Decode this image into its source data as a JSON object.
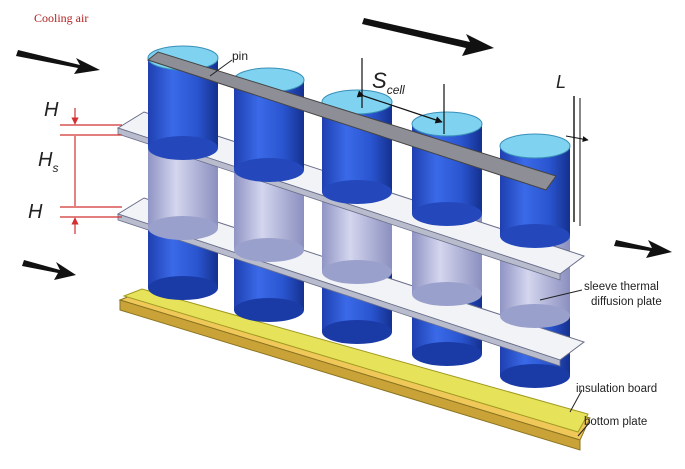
{
  "labels": {
    "cooling_air": "Cooling air",
    "pin": "pin",
    "s_cell_main": "S",
    "s_cell_sub": "cell",
    "L": "L",
    "H_top": "H",
    "Hs_main": "H",
    "Hs_sub": "s",
    "H_bottom": "H",
    "sleeve_line1": "sleeve thermal",
    "sleeve_line2": "diffusion plate",
    "insulation": "insulation board",
    "bottom_plate": "bottom plate"
  },
  "colors": {
    "cooling_air_text": "#b32020",
    "dimension_red": "#d23030",
    "cell_blue": "#2f5bd6",
    "cell_top_cyan": "#7fd3f0",
    "sleeve_lavender": "#b8bde0",
    "plate_white": "#f2f3f7",
    "insulation_yellow": "#e6e35a",
    "bottom_plate_gold": "#f0c85a",
    "pin_gray": "#8e8e96"
  },
  "icons": [
    "airflow-arrow",
    "dimension-arrow"
  ]
}
